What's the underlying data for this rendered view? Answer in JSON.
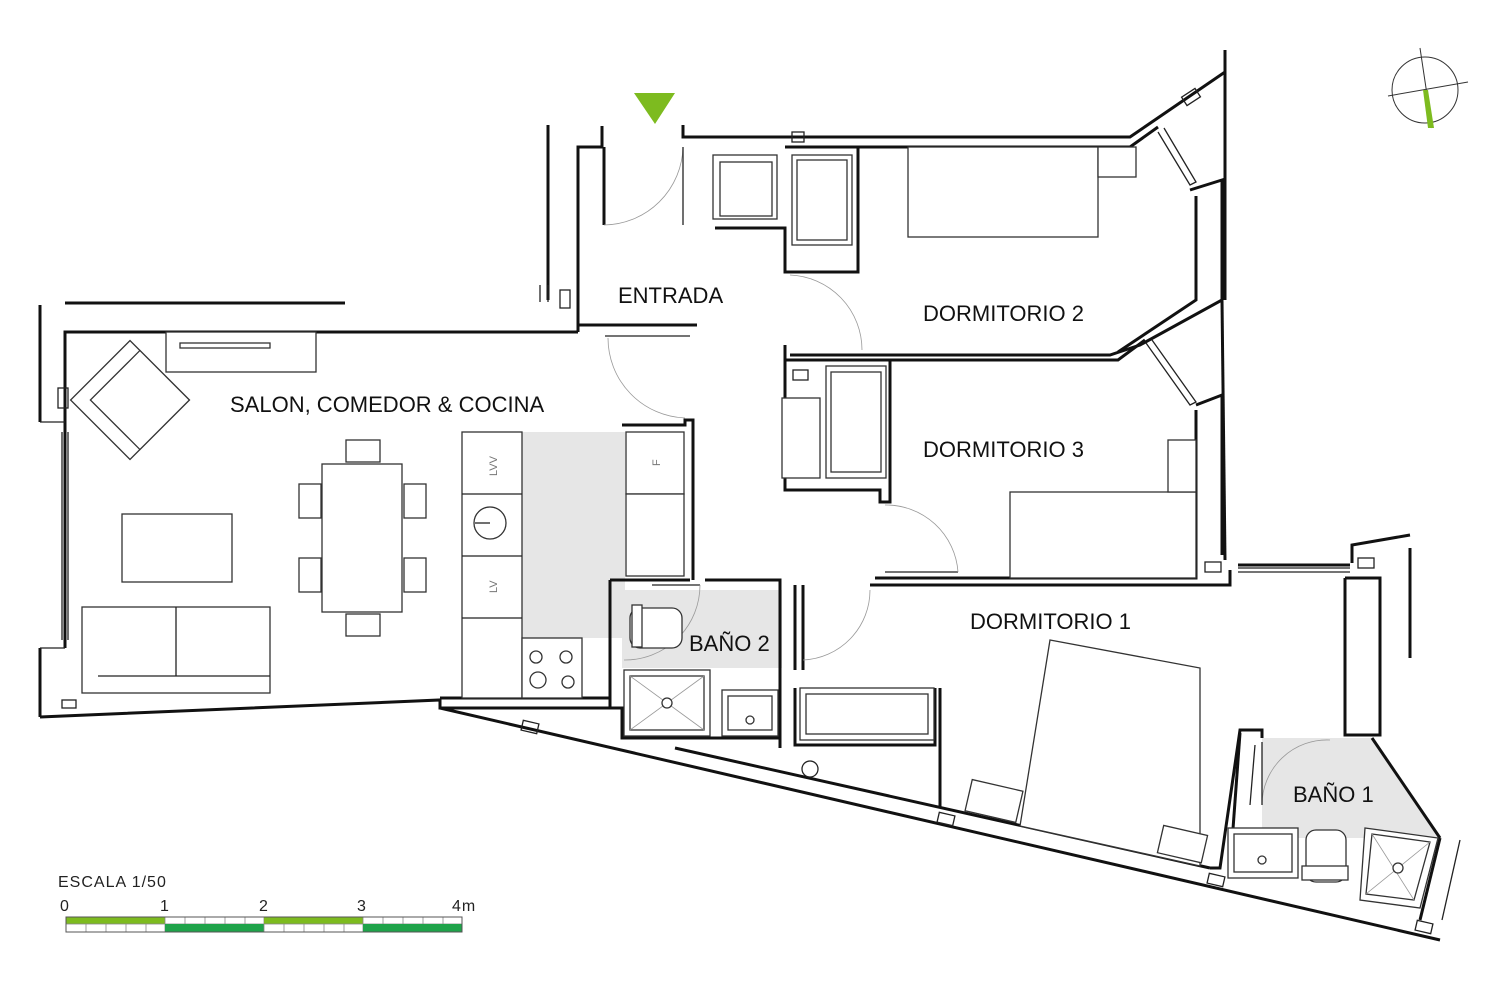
{
  "rooms": {
    "entrada": "ENTRADA",
    "dormitorio2": "DORMITORIO 2",
    "dormitorio3": "DORMITORIO 3",
    "dormitorio1": "DORMITORIO 1",
    "salon": "SALON, COMEDOR & COCINA",
    "bano2": "BAÑO 2",
    "bano1": "BAÑO 1"
  },
  "fixtures": {
    "lvv": "LVV",
    "lv": "LV",
    "f": "F"
  },
  "scale": {
    "title": "ESCALA  1/50",
    "ticks": [
      "0",
      "1",
      "2",
      "3",
      "4m"
    ]
  },
  "colors": {
    "accent_green": "#7dbb1f",
    "dark_green": "#1fa34a",
    "wall": "#111111",
    "wet_area": "#e6e6e6"
  },
  "icons": {
    "entry_marker": "triangle-down-icon",
    "compass": "north-arrow-icon"
  }
}
